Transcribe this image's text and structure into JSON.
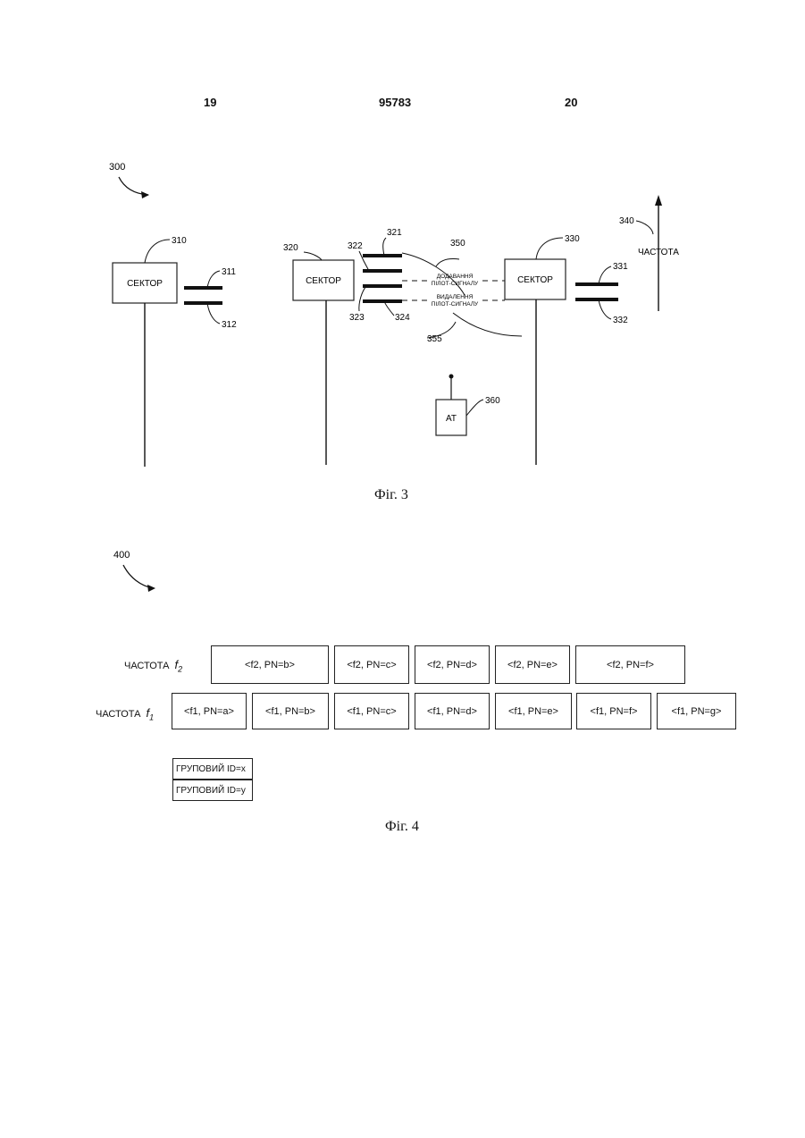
{
  "header": {
    "left_page": "19",
    "doc_number": "95783",
    "right_page": "20"
  },
  "fig3": {
    "ref": "300",
    "caption": "Фіг. 3",
    "sector_label": "СЕКТОР",
    "at_label": "AT",
    "freq_label": "ЧАСТОТА",
    "add_label_1": "ДОДАВАННЯ",
    "add_label_2": "ПІЛОТ-СИГНАЛУ",
    "remove_label_1": "ВИДАЛЕННЯ",
    "remove_label_2": "ПІЛОТ-СИГНАЛУ",
    "refs": {
      "r310": "310",
      "r311": "311",
      "r312": "312",
      "r320": "320",
      "r321": "321",
      "r322": "322",
      "r323": "323",
      "r324": "324",
      "r330": "330",
      "r331": "331",
      "r332": "332",
      "r340": "340",
      "r350": "350",
      "r355": "355",
      "r360": "360"
    }
  },
  "fig4": {
    "ref": "400",
    "caption": "Фіг. 4",
    "row_f2_label": "ЧАСТОТА",
    "row_f1_label": "ЧАСТОТА",
    "f2_cells": [
      "<f2, PN=b>",
      "<f2, PN=c>",
      "<f2, PN=d>",
      "<f2, PN=e>",
      "<f2, PN=f>"
    ],
    "f1_cells": [
      "<f1, PN=a>",
      "<f1, PN=b>",
      "<f1, PN=c>",
      "<f1, PN=d>",
      "<f1, PN=e>",
      "<f1, PN=f>",
      "<f1, PN=g>"
    ],
    "groups": [
      "ГРУПОВИЙ ID=x",
      "ГРУПОВИЙ ID=y"
    ]
  }
}
